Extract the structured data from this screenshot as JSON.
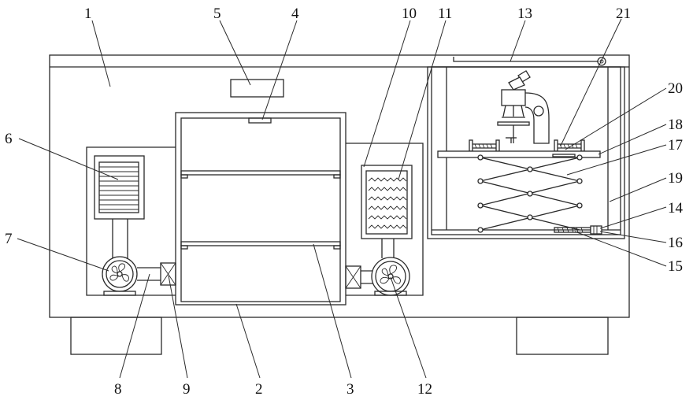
{
  "labels": [
    {
      "id": "1",
      "text": "1"
    },
    {
      "id": "2",
      "text": "2"
    },
    {
      "id": "3",
      "text": "3"
    },
    {
      "id": "4",
      "text": "4"
    },
    {
      "id": "5",
      "text": "5"
    },
    {
      "id": "6",
      "text": "6"
    },
    {
      "id": "7",
      "text": "7"
    },
    {
      "id": "8",
      "text": "8"
    },
    {
      "id": "9",
      "text": "9"
    },
    {
      "id": "10",
      "text": "10"
    },
    {
      "id": "11",
      "text": "11"
    },
    {
      "id": "12",
      "text": "12"
    },
    {
      "id": "13",
      "text": "13"
    },
    {
      "id": "14",
      "text": "14"
    },
    {
      "id": "15",
      "text": "15"
    },
    {
      "id": "16",
      "text": "16"
    },
    {
      "id": "17",
      "text": "17"
    },
    {
      "id": "18",
      "text": "18"
    },
    {
      "id": "19",
      "text": "19"
    },
    {
      "id": "20",
      "text": "20"
    },
    {
      "id": "21",
      "text": "21"
    }
  ]
}
